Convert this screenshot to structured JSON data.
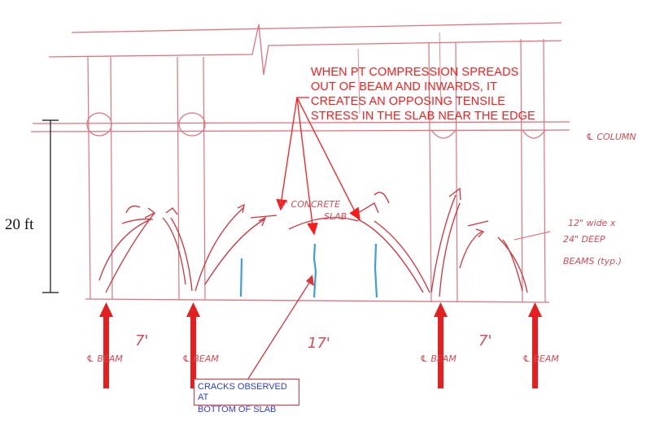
{
  "annotation": {
    "lines": [
      "WHEN PT COMPRESSION SPREADS",
      "OUT OF BEAM AND INWARDS, IT",
      "CREATES AN OPPOSING TENSILE",
      "STRESS IN THE SLAB NEAR THE EDGE"
    ]
  },
  "callout": {
    "line1": "CRACKS OBSERVED AT",
    "line2": "BOTTOM OF SLAB"
  },
  "dimension": {
    "height": "20 ft"
  },
  "handwritten": {
    "column": "℄ COLUMN",
    "slab_line1": "5\" CONCRETE",
    "slab_line2": "SLAB",
    "beam_note_1": "12\" wide x",
    "beam_note_2": "24\" DEEP",
    "beam_note_3": "BEAMS (typ.)",
    "span_1": "7'",
    "span_2": "17'",
    "span_3": "7'",
    "beam_1": "℄ BEAM",
    "beam_2": "℄ BEAM",
    "beam_3": "℄ BEAM",
    "beam_4": "℄ BEAM"
  },
  "colors": {
    "sketch": "#e0737d",
    "typed_red": "#ff1a1a",
    "crack": "#3aa0d8",
    "callout_text": "#2a3fd6"
  }
}
